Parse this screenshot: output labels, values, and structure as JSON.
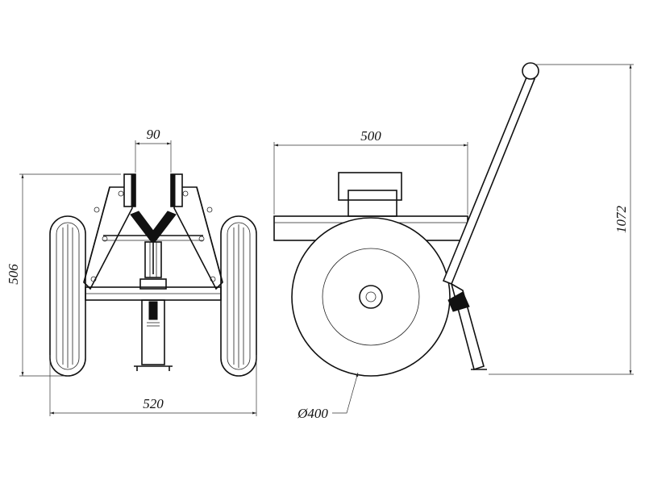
{
  "dimensions": {
    "jaw_width": "90",
    "front_height": "506",
    "track_width": "520",
    "side_length": "500",
    "total_height": "1072",
    "wheel_diameter": "Ø400"
  }
}
